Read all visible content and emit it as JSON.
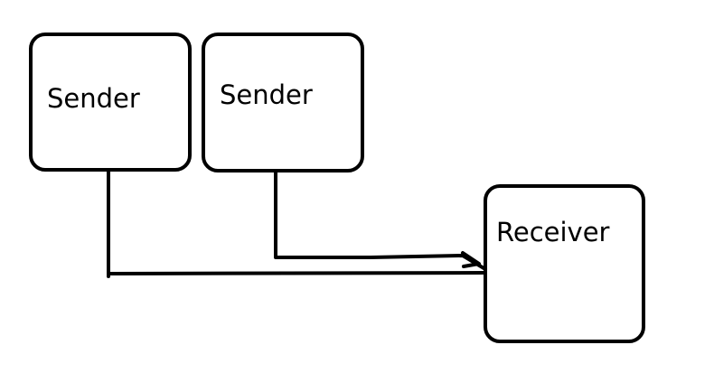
{
  "nodes": {
    "sender_1": {
      "label": "Sender"
    },
    "sender_2": {
      "label": "Sender"
    },
    "receiver": {
      "label": "Receiver"
    }
  }
}
